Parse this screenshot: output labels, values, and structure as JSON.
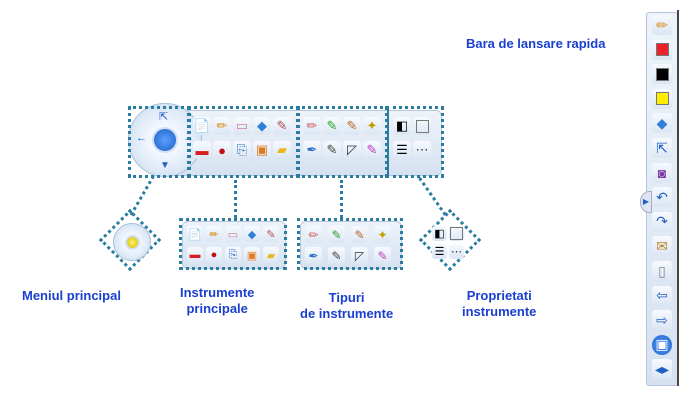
{
  "labels": {
    "main_menu": "Meniul principal",
    "main_tools_1": "Instrumente",
    "main_tools_2": "principale",
    "tool_types_1": "Tipuri",
    "tool_types_2": "de instrumente",
    "tool_props_1": "Proprietati",
    "tool_props_2": "instrumente",
    "quick_bar": "Bara de lansare rapida"
  },
  "main_tools": [
    "new-page",
    "pen",
    "shape",
    "eraser",
    "edit",
    "image",
    "record",
    "export",
    "toolbox",
    "folder"
  ],
  "tool_types": [
    "pencil",
    "marker",
    "brush",
    "magic-pen",
    "calligraphy-pen",
    "highlighter",
    "smart-pen",
    "laser-pen"
  ],
  "tool_props": [
    "fill-color",
    "color-palette",
    "line-width",
    "line-style"
  ],
  "quick_bar": [
    "pen",
    "color-red",
    "color-black",
    "color-yellow",
    "eraser",
    "select",
    "screenshot",
    "undo",
    "redo",
    "clear",
    "blank-page",
    "previous-page",
    "next-page",
    "main-menu",
    "expand"
  ],
  "colors": {
    "red": "#e8212a",
    "black": "#000000",
    "yellow": "#ffee00",
    "label": "#1a3fd0"
  }
}
